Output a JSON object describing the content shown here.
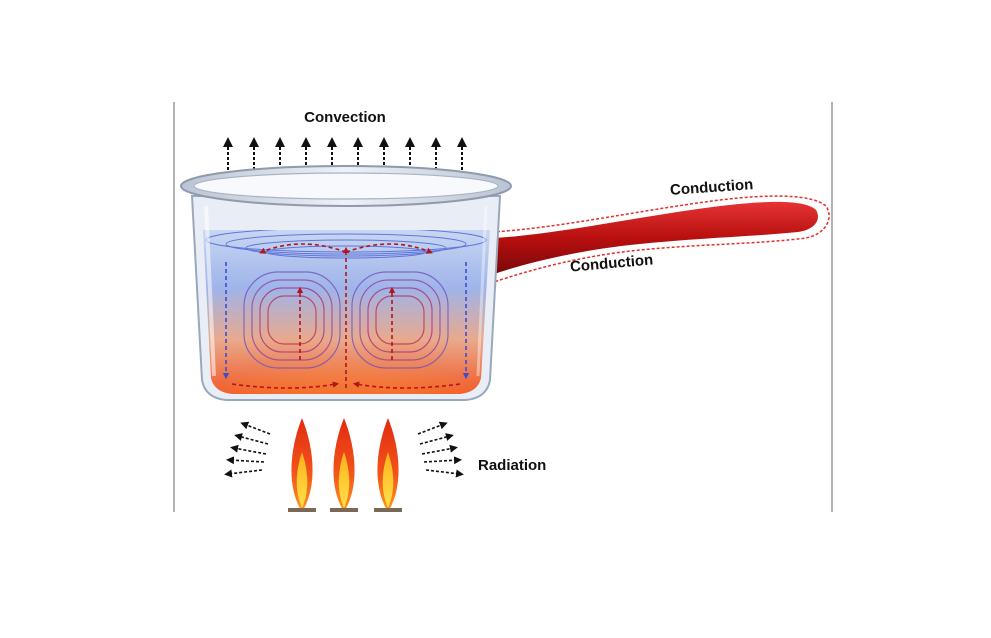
{
  "labels": {
    "convection": "Convection",
    "conduction_top": "Conduction",
    "conduction_bottom": "Conduction",
    "radiation": "Radiation"
  },
  "colors": {
    "frame_line": "#9a9a9a",
    "arrow": "#111111",
    "water_top": "#c9d8f2",
    "water_hot": "#f2501c",
    "handle": "#c41414",
    "handle_outline": "#e03030",
    "flame_outer": "#e22a10",
    "flame_inner": "#ffd21f",
    "convection_cool": "#3a4fd0",
    "convection_hot": "#b0171c"
  }
}
